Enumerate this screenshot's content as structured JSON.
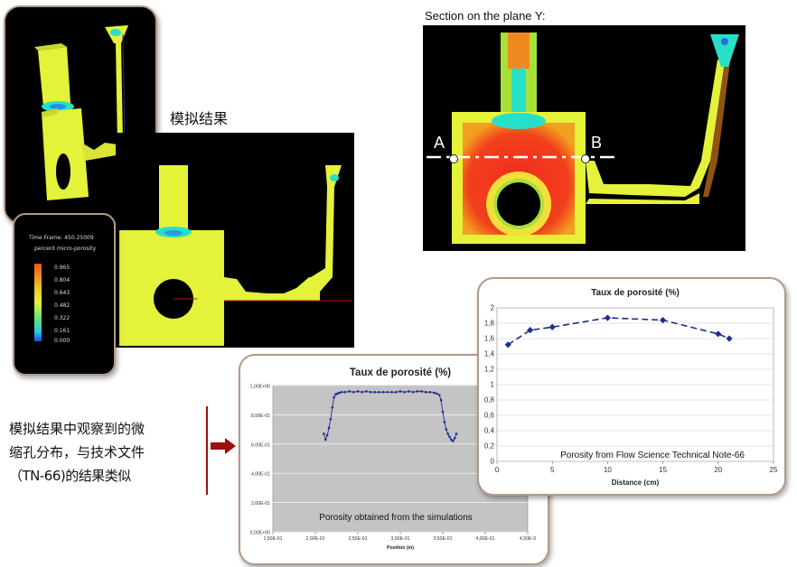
{
  "labels": {
    "section_title": "Section on the plane Y:",
    "sim_title": "模拟结果",
    "point_a": "A",
    "point_b": "B",
    "description_lines": [
      "模拟结果中观察到的微",
      "缩孔分布，与技术文件",
      "（TN-66)的结果类似"
    ]
  },
  "legend": {
    "time_frame": "Time Frame:  450.25009",
    "quantity": "percent micro-porosity",
    "ticks": [
      "0.965",
      "0.804",
      "0.643",
      "0.482",
      "0.322",
      "0.161",
      "0.000"
    ]
  },
  "colors": {
    "casting_yellow": "#e4f23a",
    "hot_red": "#f22a1c",
    "cyan": "#27e0c8",
    "frame_brown": "#b09a86",
    "arrow_red": "#9c1010",
    "series_blue": "#1c2f8c"
  },
  "chart_data": [
    {
      "type": "line",
      "title": "Taux de porosité (%)",
      "xlabel": "Position (m)",
      "ylabel": "",
      "annotation": "Porosity obtained from the simulations",
      "xlim": [
        0.15,
        0.45
      ],
      "ylim": [
        0,
        1
      ],
      "x_ticks": [
        0.15,
        0.2,
        0.25,
        0.3,
        0.35,
        0.4,
        0.45
      ],
      "x_tick_labels": [
        "1,50E-01",
        "2,00E-01",
        "2,50E-01",
        "3,00E-01",
        "3,50E-01",
        "4,00E-01",
        "4,50E-0"
      ],
      "y_ticks": [
        0,
        0.2,
        0.4,
        0.6,
        0.8,
        1.0
      ],
      "y_tick_labels": [
        "0,00E+00",
        "2,00E-01",
        "4,00E-01",
        "6,00E-01",
        "8,00E-01",
        "1,00E+00"
      ],
      "grid": true,
      "series": [
        {
          "x": [
            0.21,
            0.212,
            0.214,
            0.216,
            0.218,
            0.22,
            0.222,
            0.224,
            0.226,
            0.228,
            0.231,
            0.235,
            0.24,
            0.245,
            0.25,
            0.255,
            0.26,
            0.265,
            0.27,
            0.275,
            0.28,
            0.285,
            0.29,
            0.295,
            0.3,
            0.305,
            0.31,
            0.315,
            0.32,
            0.325,
            0.33,
            0.335,
            0.34,
            0.343,
            0.346,
            0.348,
            0.35,
            0.352,
            0.354,
            0.356,
            0.358,
            0.36,
            0.362,
            0.364,
            0.366
          ],
          "values": [
            0.67,
            0.63,
            0.66,
            0.71,
            0.77,
            0.85,
            0.92,
            0.94,
            0.945,
            0.95,
            0.955,
            0.955,
            0.96,
            0.955,
            0.96,
            0.955,
            0.96,
            0.955,
            0.955,
            0.955,
            0.955,
            0.955,
            0.955,
            0.955,
            0.96,
            0.955,
            0.96,
            0.955,
            0.96,
            0.96,
            0.955,
            0.955,
            0.95,
            0.945,
            0.935,
            0.9,
            0.82,
            0.75,
            0.7,
            0.67,
            0.65,
            0.63,
            0.62,
            0.64,
            0.67
          ]
        }
      ]
    },
    {
      "type": "line",
      "title": "Taux de porosité (%)",
      "xlabel": "Distance   (cm)",
      "ylabel": "",
      "annotation": "Porosity from Flow Science Technical Note-66",
      "xlim": [
        0,
        25
      ],
      "ylim": [
        0,
        2
      ],
      "x_ticks": [
        0,
        5,
        10,
        15,
        20,
        25
      ],
      "x_tick_labels": [
        "0",
        "5",
        "10",
        "15",
        "20",
        "25"
      ],
      "y_ticks": [
        0,
        0.2,
        0.4,
        0.6,
        0.8,
        1.0,
        1.2,
        1.4,
        1.6,
        1.8,
        2.0
      ],
      "y_tick_labels": [
        "0",
        "0,2",
        "0,4",
        "0,6",
        "0,8",
        "1",
        "1,2",
        "1,4",
        "1,6",
        "1,8",
        "2"
      ],
      "grid": true,
      "series": [
        {
          "x": [
            1,
            3,
            5,
            10,
            15,
            20,
            21
          ],
          "values": [
            1.52,
            1.71,
            1.75,
            1.87,
            1.84,
            1.66,
            1.6
          ]
        }
      ]
    }
  ]
}
